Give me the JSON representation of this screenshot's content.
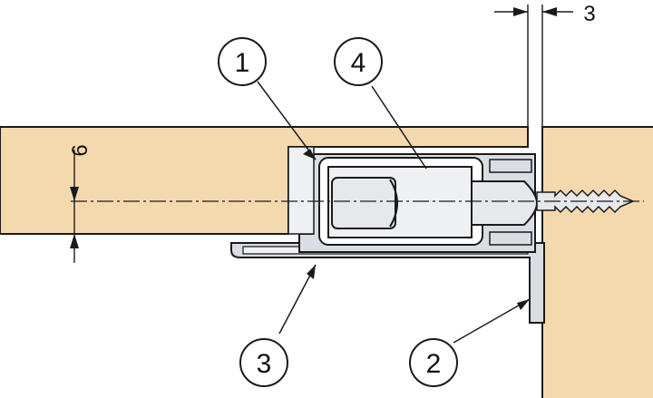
{
  "callouts": [
    {
      "label": "1"
    },
    {
      "label": "4"
    },
    {
      "label": "3"
    },
    {
      "label": "2"
    }
  ],
  "dimensions": {
    "gap_label": "3",
    "offset_label": "6"
  },
  "colors": {
    "wood_fill": "#f5d9ae",
    "profile_fill": "#d9dde4",
    "light_fill": "#eef0f4",
    "metal_fill": "#e6e8ec",
    "outline": "#1a1a1a",
    "background": "#ffffff"
  }
}
